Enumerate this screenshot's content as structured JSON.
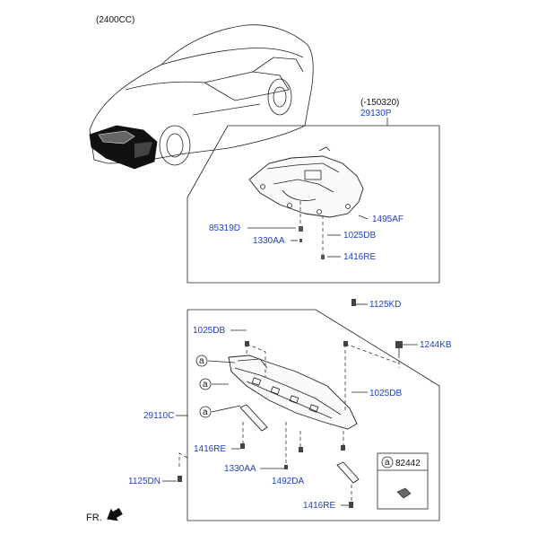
{
  "engine_label": "(2400CC)",
  "upper_group": {
    "date_label": "(-150320)",
    "part_no": "29130P",
    "callouts": [
      "1495AF",
      "85319D",
      "1330AA",
      "1025DB",
      "1416RE"
    ]
  },
  "standalone_callouts": {
    "kd": "1125KD",
    "kb": "1244KB",
    "dn": "1125DN"
  },
  "lower_group": {
    "part_no": "29110C",
    "callouts": [
      "1025DB",
      "1025DB",
      "1416RE",
      "1330AA",
      "1492DA",
      "1416RE"
    ],
    "ref_marker": "a",
    "legend_part": "82442"
  },
  "direction_label": "FR.",
  "colors": {
    "callout_text": "#1f3fbf",
    "outline": "#222222",
    "highlight": "#111111"
  }
}
